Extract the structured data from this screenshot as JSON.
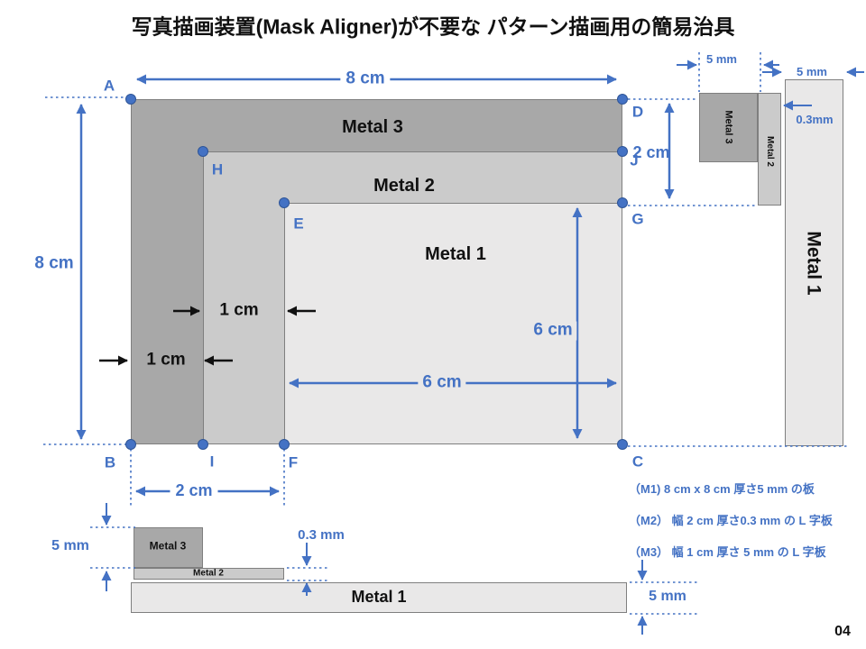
{
  "title": "写真描画装置(Mask Aligner)が不要な パターン描画用の簡易治具",
  "page_number": "04",
  "colors": {
    "accent": "#4472C4",
    "metal3": "#A8A8A8",
    "metal2": "#CBCBCB",
    "metal1": "#E9E8E8"
  },
  "plan_view": {
    "metal3": "Metal 3",
    "metal2": "Metal 2",
    "metal1": "Metal 1",
    "points": {
      "a": "A",
      "b": "B",
      "c": "C",
      "d": "D",
      "e": "E",
      "f": "F",
      "g": "G",
      "h": "H",
      "i": "I",
      "j": "J"
    },
    "dims": {
      "width_top": "8 cm",
      "height_left": "8 cm",
      "right_step": "2 cm",
      "band_upper": "1 cm",
      "band_lower": "1 cm",
      "inner_width": "6 cm",
      "inner_height": "6 cm",
      "bottom_step": "2 cm"
    }
  },
  "right_section": {
    "metal3": "Metal 3",
    "metal2": "Metal 2",
    "metal1": "Metal 1",
    "dims": {
      "metal3_thickness": "5 mm",
      "metal1_thickness": "5 mm",
      "metal2_thickness": "0.3mm"
    }
  },
  "bottom_section": {
    "metal3": "Metal 3",
    "metal2": "Metal 2",
    "metal1": "Metal 1",
    "dims": {
      "metal3_thickness": "5 mm",
      "metal2_thickness": "0.3 mm",
      "metal1_thickness": "5 mm"
    }
  },
  "notes": [
    "（M1) 8 cm x  8 cm 厚さ5 mm の板",
    "（M2） 幅 2 cm 厚さ0.3 mm の L 字板",
    "（M3） 幅 1 cm 厚さ 5 mm の L 字板"
  ]
}
